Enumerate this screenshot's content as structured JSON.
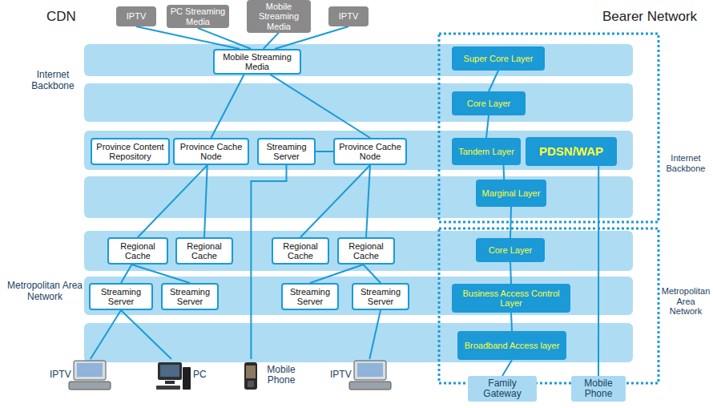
{
  "diagram": {
    "nodes": [
      {
        "text": [
          "IPTV"
        ]
      },
      {
        "text": [
          "PC Streaming Media"
        ]
      },
      {
        "text": [
          "Mobile Streaming Media"
        ]
      },
      {
        "text": [
          "IPTV"
        ]
      },
      {
        "text": [
          "Mobile Streaming Media"
        ]
      },
      {
        "text": [
          "Province Content Repository"
        ]
      },
      {
        "text": [
          "Province Cache Node"
        ]
      },
      {
        "text": [
          "Streaming Server"
        ]
      },
      {
        "text": [
          "Province Cache Node"
        ]
      },
      {
        "text": [
          "Regional Cache"
        ]
      },
      {
        "text": [
          "Regional Cache"
        ]
      },
      {
        "text": [
          "Regional Cache"
        ]
      },
      {
        "text": [
          "Regional Cache"
        ]
      },
      {
        "text": [
          "Streaming Server"
        ]
      },
      {
        "text": [
          "Streaming Server"
        ]
      },
      {
        "text": [
          "Streaming Server"
        ]
      },
      {
        "text": [
          "Streaming Server"
        ]
      },
      {
        "text": [
          "IPTV"
        ]
      },
      {
        "text": [
          "PC"
        ]
      },
      {
        "text": [
          "Mobile Phone"
        ]
      },
      {
        "text": [
          "IPTV"
        ]
      },
      {
        "text": [
          "Super Core Layer"
        ]
      },
      {
        "text": [
          "Core Layer"
        ]
      },
      {
        "text": [
          "Tandem Layer"
        ]
      },
      {
        "text": [
          "PDSN/WAP"
        ]
      },
      {
        "text": [
          "Marginal Layer"
        ]
      },
      {
        "text": [
          "Core Layer"
        ]
      },
      {
        "text": [
          "Business Access Control Layer"
        ]
      },
      {
        "text": [
          "Broadband Access layer"
        ]
      },
      {
        "text": [
          "Family Gateway"
        ]
      },
      {
        "text": [
          "Mobile Phone"
        ]
      }
    ],
    "edges": [
      {
        "from": 0,
        "to": 4,
        "arrow": "none"
      },
      {
        "from": 1,
        "to": 4,
        "arrow": "none"
      },
      {
        "from": 2,
        "to": 4,
        "arrow": "none"
      },
      {
        "from": 3,
        "to": 4,
        "arrow": "none"
      },
      {
        "from": 4,
        "to": 6,
        "arrow": "none"
      },
      {
        "from": 4,
        "to": 8,
        "arrow": "none"
      },
      {
        "from": 7,
        "to": 8,
        "arrow": "none"
      },
      {
        "from": 7,
        "to": 19,
        "arrow": "none"
      },
      {
        "from": 6,
        "to": 9,
        "arrow": "none"
      },
      {
        "from": 6,
        "to": 10,
        "arrow": "none"
      },
      {
        "from": 8,
        "to": 11,
        "arrow": "none"
      },
      {
        "from": 8,
        "to": 12,
        "arrow": "none"
      },
      {
        "from": 9,
        "to": 13,
        "arrow": "none"
      },
      {
        "from": 9,
        "to": 14,
        "arrow": "none"
      },
      {
        "from": 12,
        "to": 15,
        "arrow": "none"
      },
      {
        "from": 12,
        "to": 16,
        "arrow": "none"
      },
      {
        "from": 13,
        "to": 17,
        "arrow": "none"
      },
      {
        "from": 13,
        "to": 18,
        "arrow": "none"
      },
      {
        "from": 16,
        "to": 20,
        "arrow": "none"
      },
      {
        "from": 21,
        "to": 22,
        "arrow": "none"
      },
      {
        "from": 22,
        "to": 23,
        "arrow": "none"
      },
      {
        "from": 23,
        "to": 25,
        "arrow": "none"
      },
      {
        "from": 25,
        "to": 26,
        "arrow": "none"
      },
      {
        "from": 26,
        "to": 27,
        "arrow": "none"
      },
      {
        "from": 27,
        "to": 28,
        "arrow": "none"
      },
      {
        "from": 28,
        "to": 29,
        "arrow": "none"
      },
      {
        "from": 24,
        "to": 30,
        "arrow": "none"
      }
    ],
    "labels": [
      "CDN",
      "Bearer Network",
      "Internet Backbone",
      "Metropolitan Area Network",
      "Internet Backbone",
      "Metropolitan Area Network"
    ]
  }
}
